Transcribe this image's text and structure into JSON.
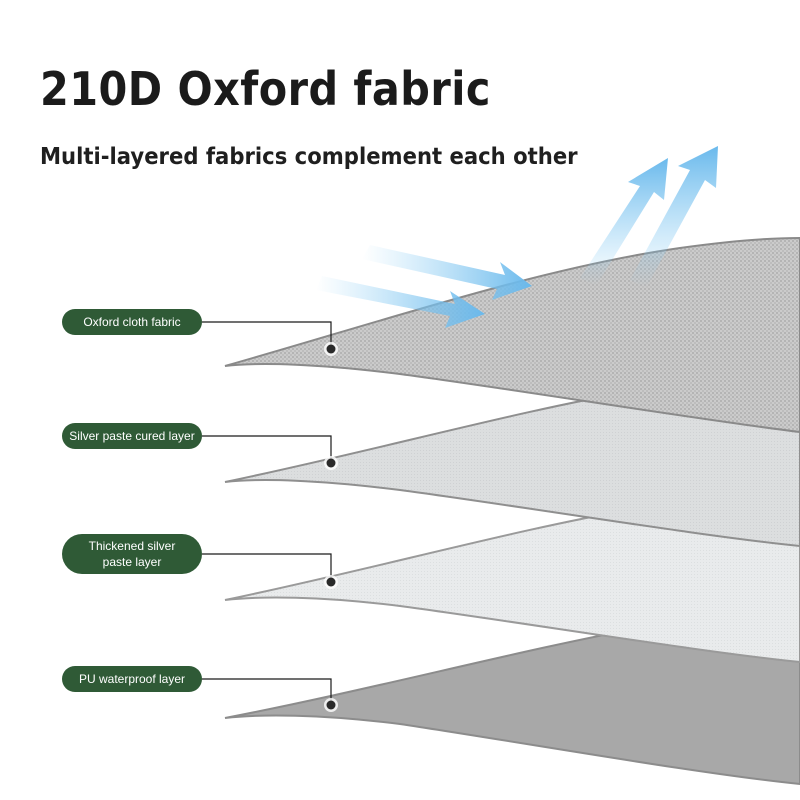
{
  "header": {
    "title": "210D Oxford fabric",
    "subtitle": "Multi-layered fabrics complement each other"
  },
  "layers": [
    {
      "label": [
        "Oxford cloth fabric"
      ],
      "fill": "#c9c9c9",
      "pattern": "weave"
    },
    {
      "label": [
        "Silver paste cured layer"
      ],
      "fill": "#d9dbdd",
      "pattern": "fine"
    },
    {
      "label": [
        "Thickened silver",
        "paste layer"
      ],
      "fill": "#e7e9ea",
      "pattern": "fine"
    },
    {
      "label": [
        "PU waterproof layer"
      ],
      "fill": "#a9a9a9",
      "pattern": "none"
    }
  ],
  "colors": {
    "label_bg": "#2f5a36",
    "arrow": "#79c2ee",
    "leader_line": "#1a1a1a",
    "layer_edge": "#8c8c8c"
  }
}
